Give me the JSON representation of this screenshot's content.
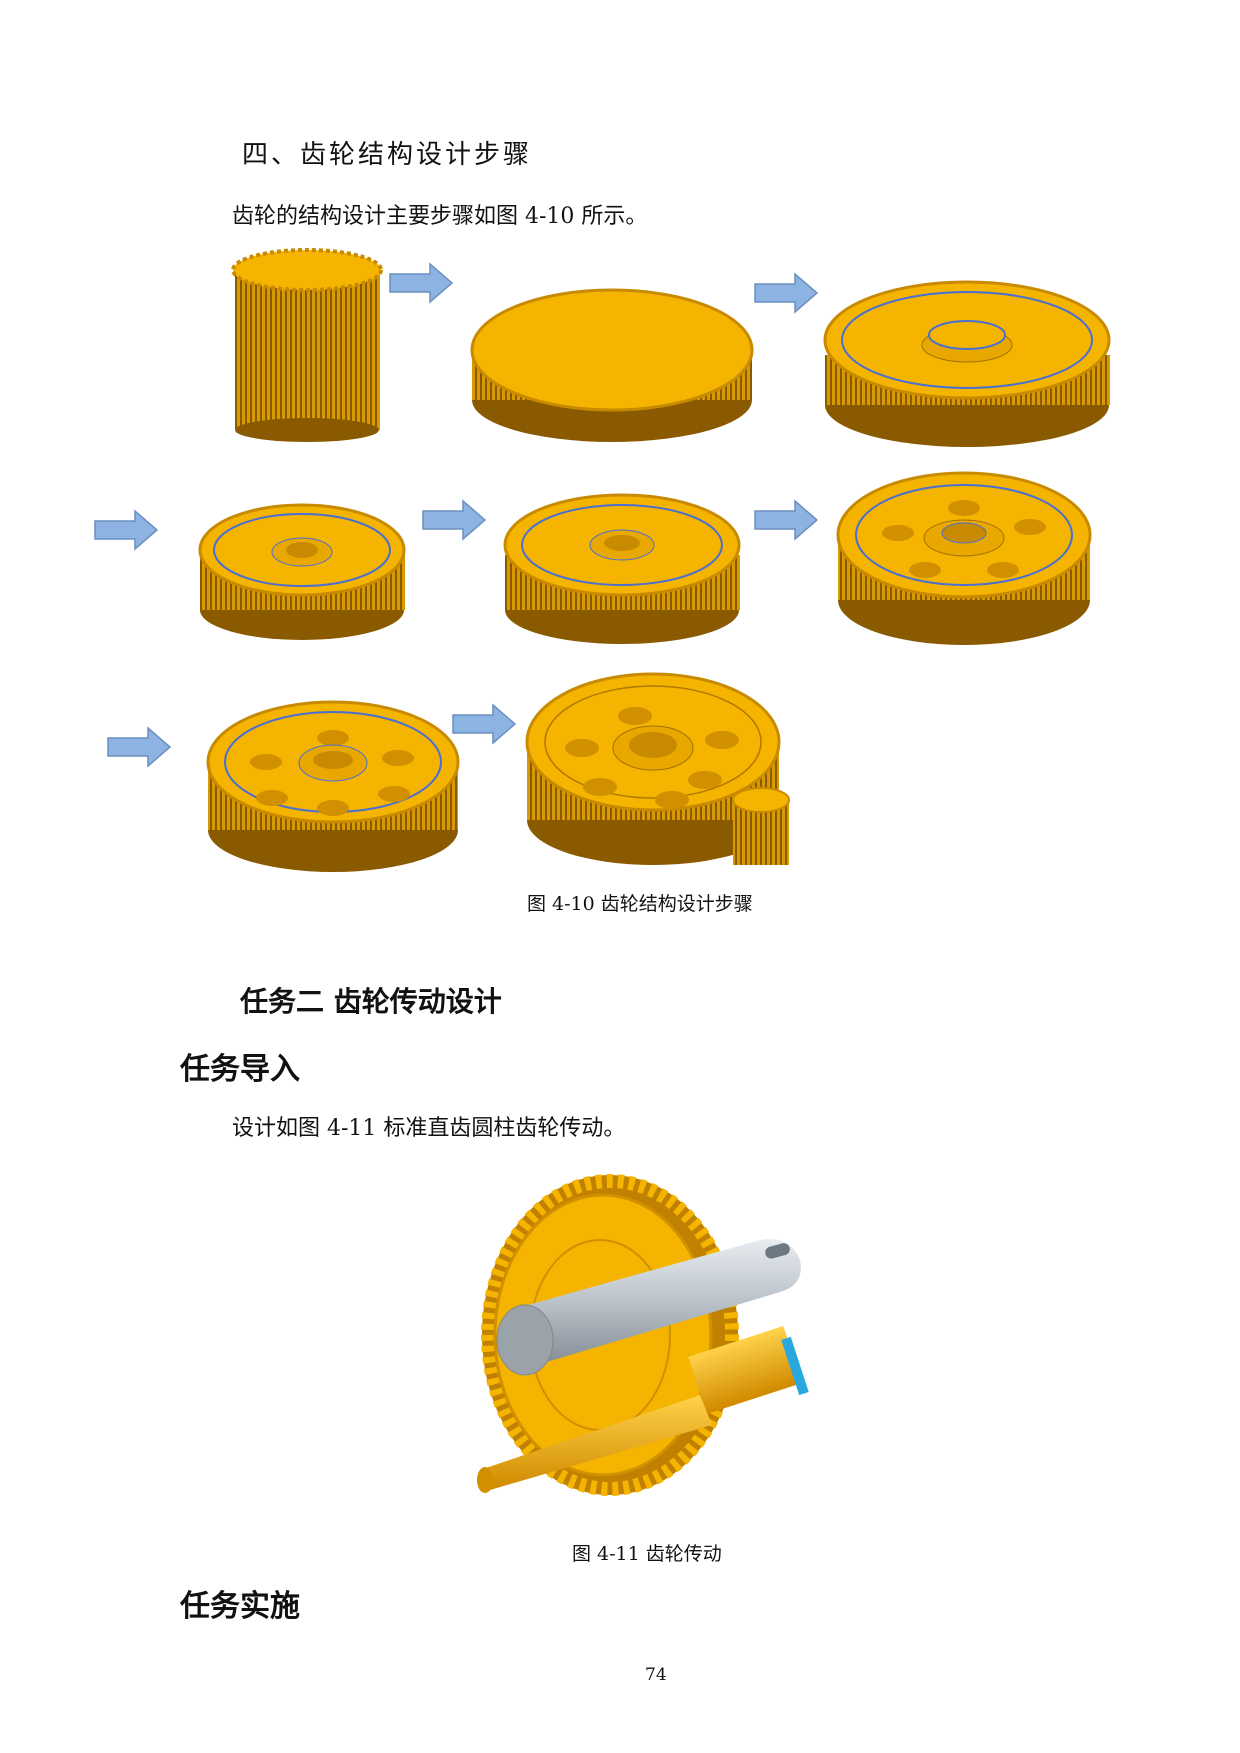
{
  "section": {
    "title": "四、齿轮结构设计步骤",
    "intro": "齿轮的结构设计主要步骤如图 4-10 所示。"
  },
  "figure_4_10": {
    "caption": "图 4-10  齿轮结构设计步骤",
    "colors": {
      "gear": "#F5B400",
      "teeth": "#C88A00",
      "arrow": "#8DB3E2",
      "edge": "#4A6FD0"
    }
  },
  "task2": {
    "title": "任务二  齿轮传动设计"
  },
  "intro_heading": "任务导入",
  "intro_text": "设计如图 4-11 标准直齿圆柱齿轮传动。",
  "figure_4_11": {
    "caption": "图 4-11  齿轮传动"
  },
  "impl_heading": "任务实施",
  "page_number": "74"
}
